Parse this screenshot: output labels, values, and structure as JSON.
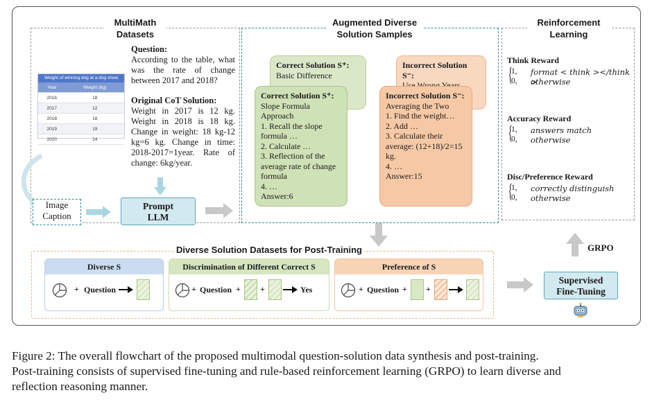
{
  "sections": {
    "multimath": "MultiMath\nDatasets",
    "augmented": "Augmented Diverse\nSolution Samples",
    "rl": "Reinforcement\nLearning",
    "post_training": "Diverse Solution Datasets for Post-Training"
  },
  "table": {
    "title": "Weight of winning dog at a dog show",
    "headers": [
      "Year",
      "Weight (kg)"
    ],
    "rows": [
      [
        "2016",
        "18"
      ],
      [
        "2017",
        "12"
      ],
      [
        "2018",
        "18"
      ],
      [
        "2019",
        "19"
      ],
      [
        "2020",
        "14"
      ]
    ]
  },
  "question": {
    "label": "Question:",
    "text": "According to the table, what was the rate of change between 2017 and 2018?"
  },
  "cot": {
    "label": "Original CoT Solution:",
    "text": "Weight in 2017 is 12 kg. Weight in 2018 is 18 kg. Change in weight: 18 kg-12 kg=6 kg. Change in time: 2018-2017=1year. Rate of change: 6kg/year."
  },
  "image_caption": "Image\nCaption",
  "prompt_llm": "Prompt\nLLM",
  "correct_back": {
    "title": "Correct Solution S⁺:",
    "body": "Basic Difference"
  },
  "correct_front": {
    "title": "Correct Solution S⁺:",
    "lines": [
      "Slope Formula",
      "Approach",
      "1. Recall the slope",
      "formula …",
      "2. Calculate …",
      "3. Reflection of the",
      "average rate of change",
      "formula",
      "4. …",
      "Answer:6"
    ]
  },
  "incorrect_back": {
    "title": "Incorrect Solution S⁻:",
    "body": "Use Wrong Years"
  },
  "incorrect_front": {
    "title": "Incorrect Solution S⁻:",
    "lines": [
      "Averaging the Two",
      "1. Find the weight…",
      "2. Add …",
      "3. Calculate their",
      "average: (12+18)/2=15",
      "kg.",
      "4. …",
      "Answer:15"
    ]
  },
  "rewards": [
    {
      "title": "Think Reward",
      "case1": "format < think ></think >",
      "case0": "otherwise"
    },
    {
      "title": "Accuracy Reward",
      "case1": "answers match",
      "case0": "otherwise"
    },
    {
      "title": "Disc/Preference Reward",
      "case1": "correctly distinguish",
      "case0": "otherwise"
    }
  ],
  "reward_values": {
    "one": "1,",
    "zero": "0,"
  },
  "grpo": "GRPO",
  "sft": "Supervised\nFine-Tuning",
  "panels": {
    "diverse": {
      "title": "Diverse S",
      "plus": "+",
      "question": "Question"
    },
    "discrimination": {
      "title": "Discrimination of Different Correct S",
      "plus": "+",
      "question": "Question",
      "yes": "Yes"
    },
    "preference": {
      "title": "Preference of S",
      "plus": "+",
      "question": "Question"
    }
  },
  "caption": {
    "line1": "Figure 2: The overall flowchart of the proposed multimodal question-solution data synthesis and post-training.",
    "line2": "Post-training consists of supervised fine-tuning and rule-based reinforcement learning (GRPO) to learn diverse and",
    "line3": "reflection reasoning manner."
  },
  "colors": {
    "teal": "#2f8b96",
    "green": "#cfe1b6",
    "peach": "#f6c9a6",
    "blue": "#5b7fc4"
  }
}
